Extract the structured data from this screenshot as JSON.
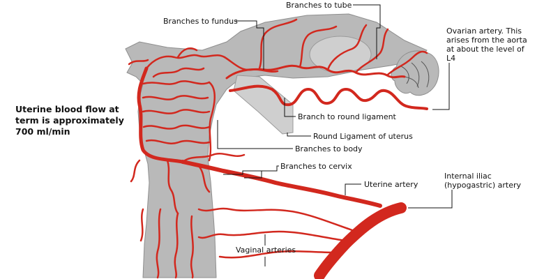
{
  "note": {
    "lines": [
      "Uterine blood flow at",
      "term is approximately",
      "700 ml/min"
    ]
  },
  "labels": {
    "branches_to_fundus": "Branches to fundus",
    "branches_to_tube": "Branches to tube",
    "ovarian_artery": [
      "Ovarian artery. This",
      "arises from the aorta",
      "at about the level of",
      "L4"
    ],
    "branch_to_round_ligament": "Branch to round ligament",
    "round_ligament": "Round Ligament of uterus",
    "branches_to_body": "Branches to body",
    "branches_to_cervix": "Branches to cervix",
    "uterine_artery": "Uterine artery",
    "internal_iliac": [
      "Internal iliac",
      "(hypogastric) artery"
    ],
    "vaginal_arteries": "Vaginal arteries"
  },
  "colors": {
    "artery": "#d2281e",
    "tissue": "#b9b9b9",
    "text": "#111111"
  }
}
